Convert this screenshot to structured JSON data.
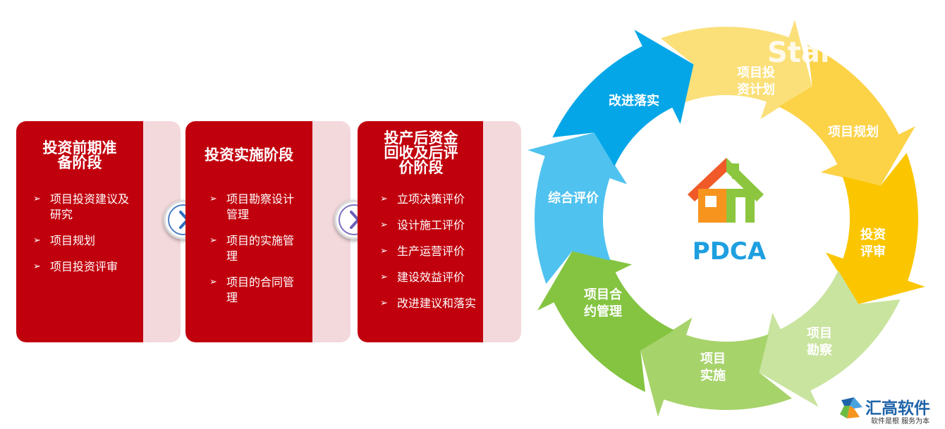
{
  "stages": [
    {
      "title_lines": [
        "投资前期准",
        "备阶段"
      ],
      "items": [
        "项目投资建议及研究",
        "项目规划",
        "项目投资评审"
      ]
    },
    {
      "title_lines": [
        "投资实施阶段"
      ],
      "items": [
        "项目勘察设计管理",
        "项目的实施管理",
        "项目的合同管理"
      ]
    },
    {
      "title_lines": [
        "投产后资金",
        "回收及后评",
        "价阶段"
      ],
      "items": [
        "立项决策评价",
        "设计施工评价",
        "生产运营评价",
        "建设效益评价",
        "改进建议和落实"
      ]
    }
  ],
  "cycle": {
    "center_label": "PDCA",
    "start_label": "Start",
    "segments": [
      {
        "lines": [
          "项目投",
          "资计划"
        ],
        "color": "#fbe07a"
      },
      {
        "lines": [
          "项目规划"
        ],
        "color": "#fcd247"
      },
      {
        "lines": [
          "投资",
          "评审"
        ],
        "color": "#fbc600"
      },
      {
        "lines": [
          "项目",
          "勘察"
        ],
        "color": "#c9e49f"
      },
      {
        "lines": [
          "项目",
          "实施"
        ],
        "color": "#a7d36b"
      },
      {
        "lines": [
          "项目合",
          "约管理"
        ],
        "color": "#84c441"
      },
      {
        "lines": [
          "综合评价"
        ],
        "color": "#4fc2ef"
      },
      {
        "lines": [
          "改进落实"
        ],
        "color": "#05a6e8"
      }
    ]
  },
  "brand": {
    "name": "汇高软件",
    "slogan": "软件是根  服务为本"
  }
}
